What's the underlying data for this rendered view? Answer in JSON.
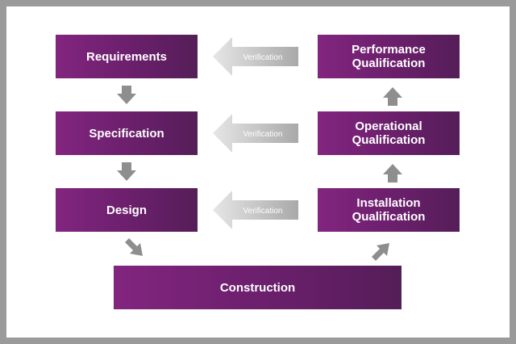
{
  "left_column": [
    {
      "id": "requirements",
      "label": "Requirements"
    },
    {
      "id": "specification",
      "label": "Specification"
    },
    {
      "id": "design",
      "label": "Design"
    }
  ],
  "right_column": [
    {
      "id": "performance",
      "line1": "Performance",
      "line2": "Qualification"
    },
    {
      "id": "operational",
      "line1": "Operational",
      "line2": "Qualification"
    },
    {
      "id": "installation",
      "line1": "Installation",
      "line2": "Qualification"
    }
  ],
  "bottom": {
    "label": "Construction"
  },
  "verification_arrows": [
    "Verification",
    "Verification",
    "Verification"
  ],
  "colors": {
    "box_start": "#82257f",
    "box_end": "#551e58",
    "arrow_gray": "#bdbdbd",
    "frame": "#9a9a9a"
  }
}
